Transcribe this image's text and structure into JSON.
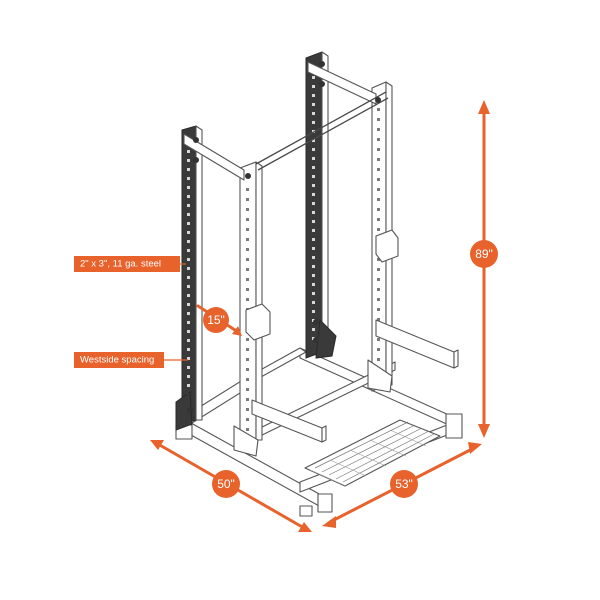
{
  "dimensions": {
    "height": "89\"",
    "width": "50\"",
    "depth": "53\"",
    "spacing": "15\""
  },
  "callouts": {
    "steel": "2\" x 3\", 11 ga. steel",
    "spacing": "Westside spacing"
  },
  "colors": {
    "accent": "#e8622c",
    "frame": "#4a4a4a"
  }
}
